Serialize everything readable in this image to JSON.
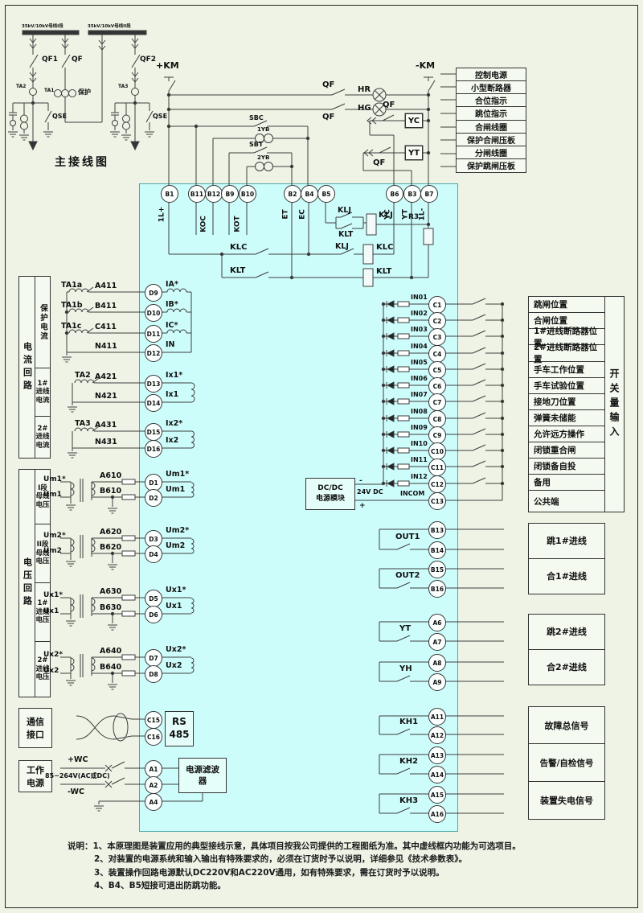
{
  "main_diagram": {
    "title": "主接线图",
    "bus1": "35kV/10kV母线I段",
    "bus2": "35kV/10kV母线II段",
    "qf1": "QF1",
    "qf": "QF",
    "qf2": "QF2",
    "ta_left": "TA2",
    "ta_mid": "TA1",
    "ta_right": "TA3",
    "protection": "保护",
    "qse_left": "QSE",
    "qse_right": "QSE"
  },
  "control": {
    "plus_km": "+KM",
    "minus_km": "-KM",
    "qf_hr": "QF",
    "hr": "HR",
    "qf_hg": "QF",
    "hg": "HG",
    "sbc": "SBC",
    "yb1": "1YB",
    "sbt": "SBT",
    "yb2": "2YB",
    "qf_yc": "QF",
    "yc": "YC",
    "qf_yt": "QF",
    "yt": "YT",
    "r3": "R3"
  },
  "legend": [
    "控制电源",
    "小型断路器",
    "合位指示",
    "跳位指示",
    "合闸线圈",
    "保护合闸压板",
    "分闸线圈",
    "保护跳闸压板"
  ],
  "top_terminals": [
    "B1",
    "B11",
    "B12",
    "B9",
    "B10",
    "B2",
    "B4",
    "B5",
    "B6",
    "B3",
    "B7"
  ],
  "top_tags": [
    "1L+",
    "KOC",
    "KOT",
    "ET",
    "EC",
    "YC",
    "YT",
    "1L-"
  ],
  "interlock": {
    "c1": "KLJ",
    "c2": "KLT",
    "c3": "KLJ",
    "w1": "KLC",
    "w2": "KLT",
    "coil1": "KLJ",
    "coil2": "KLC",
    "coil3": "KLT"
  },
  "left_terminals": [
    "D9",
    "D10",
    "D11",
    "D12",
    "D13",
    "D14",
    "D15",
    "D16",
    "D1",
    "D2",
    "D3",
    "D4",
    "D5",
    "D6",
    "D7",
    "D8",
    "C15",
    "C16",
    "A1",
    "A2",
    "A4"
  ],
  "right_terminals": [
    "C1",
    "C2",
    "C3",
    "C4",
    "C5",
    "C6",
    "C7",
    "C8",
    "C9",
    "C10",
    "C11",
    "C12",
    "C13",
    "B13",
    "B14",
    "B15",
    "B16",
    "A6",
    "A7",
    "A8",
    "A9",
    "A11",
    "A12",
    "A13",
    "A14",
    "A15",
    "A16"
  ],
  "left_signals": [
    "IA*",
    "IB*",
    "IC*",
    "IN",
    "Ix1*",
    "Ix1",
    "Ix2*",
    "Ix2",
    "Um1*",
    "Um1",
    "Um2*",
    "Um2",
    "Ux1*",
    "Ux1",
    "Ux2*",
    "Ux2"
  ],
  "left_wires": [
    "A411",
    "B411",
    "C411",
    "N411",
    "A421",
    "N421",
    "A431",
    "N431",
    "A610",
    "B610",
    "A620",
    "B620",
    "A630",
    "B630",
    "A640",
    "B640"
  ],
  "ct_labels": [
    "TA1a",
    "TA1b",
    "TA1c",
    "TA2",
    "TA3"
  ],
  "pt_labels": [
    "Um1*",
    "Um1",
    "Um2*",
    "Um2",
    "Ux1*",
    "Ux1",
    "Ux2*",
    "Ux2"
  ],
  "section_current": {
    "group": "电流回路",
    "s1": "保护电流",
    "s2": "1#\n进线\n电流",
    "s3": "2#\n进线\n电流"
  },
  "section_voltage": {
    "group": "电压回路",
    "g1": "I段\n母线\n电压",
    "g2": "II段\n母线\n电压",
    "g3": "1#\n进线\n电压",
    "g4": "2#\n进线\n电压"
  },
  "section_comm": "通信\n接口",
  "section_power": "工作\n电源",
  "switch_inputs": {
    "column": "开关量输入",
    "in_labels": [
      "IN01",
      "IN02",
      "IN03",
      "IN04",
      "IN05",
      "IN06",
      "IN07",
      "IN08",
      "IN09",
      "IN10",
      "IN11",
      "IN12",
      "INCOM"
    ],
    "labels": [
      "跳闸位置",
      "合闸位置",
      "1#进线断路器位置",
      "2#进线断路器位置",
      "手车工作位置",
      "手车试验位置",
      "接地刀位置",
      "弹簧未储能",
      "允许远方操作",
      "闭锁重合闸",
      "闭锁备自投",
      "备用",
      "公共端"
    ]
  },
  "psu": {
    "l1": "DC/DC",
    "l2": "电源模块",
    "v": "24V DC",
    "minus": "-",
    "plus": "+"
  },
  "outputs": {
    "coils": [
      "OUT1",
      "OUT2",
      "YT",
      "YH",
      "KH1",
      "KH2",
      "KH3"
    ],
    "labels": [
      "跳1#进线",
      "合1#进线",
      "跳2#进线",
      "合2#进线",
      "故障总信号",
      "告警/自检信号",
      "装置失电信号"
    ]
  },
  "comm": {
    "rs1": "RS",
    "rs2": "485"
  },
  "power": {
    "plus": "+WC",
    "minus": "-WC",
    "range": "85~264V(AC或DC)",
    "filter": "电源滤波器"
  },
  "notes": [
    "说明：1、本原理图是装置应用的典型接线示意，具体项目按我公司提供的工程图纸为准。其中虚线框内功能为可选项目。",
    "2、对装置的电源系统和输入输出有特殊要求的，必须在订货时予以说明，详细参见《技术参数表》。",
    "3、装置操作回路电源默认DC220V和AC220V通用，如有特殊要求，需在订货时予以说明。",
    "4、B4、B5短接可退出防跳功能。"
  ]
}
